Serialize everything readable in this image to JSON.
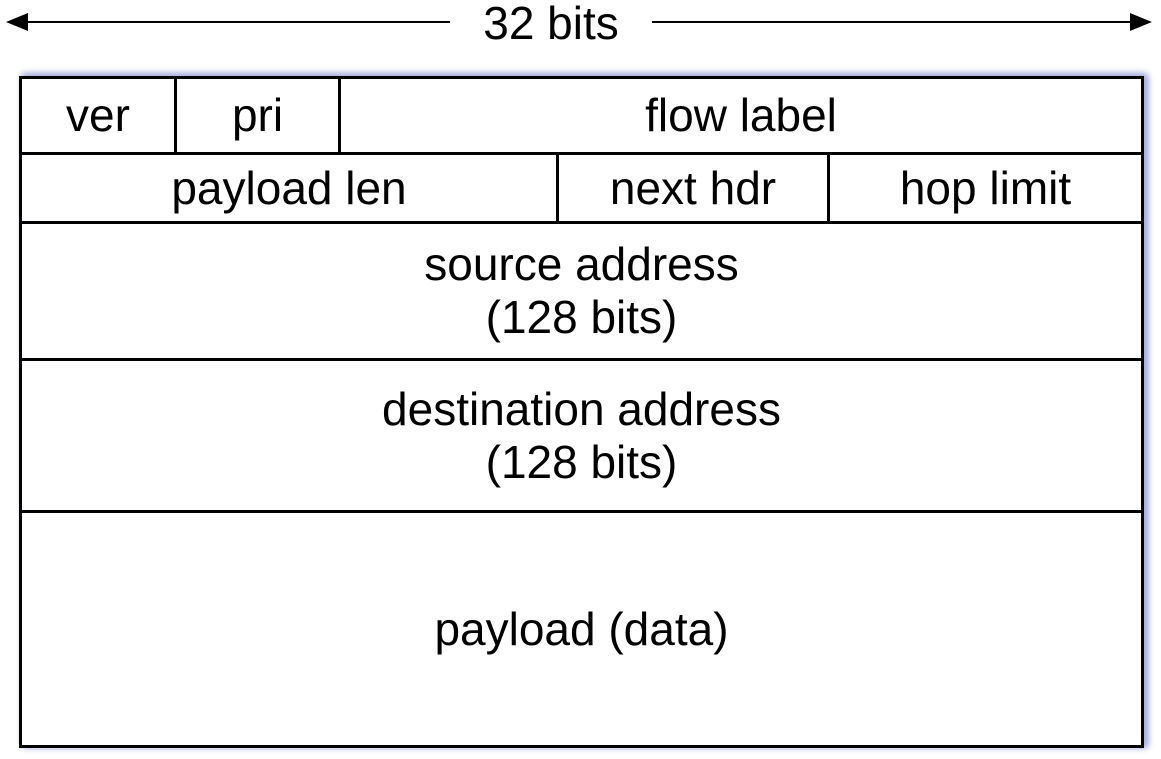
{
  "width_indicator": {
    "label": "32 bits"
  },
  "header": {
    "row1": {
      "ver": "ver",
      "pri": "pri",
      "flow_label": "flow label"
    },
    "row2": {
      "payload_len": "payload len",
      "next_hdr": "next hdr",
      "hop_limit": "hop limit"
    },
    "source_address": {
      "line1": "source address",
      "line2": "(128 bits)"
    },
    "destination_address": {
      "line1": "destination address",
      "line2": "(128 bits)"
    },
    "payload": "payload (data)"
  }
}
